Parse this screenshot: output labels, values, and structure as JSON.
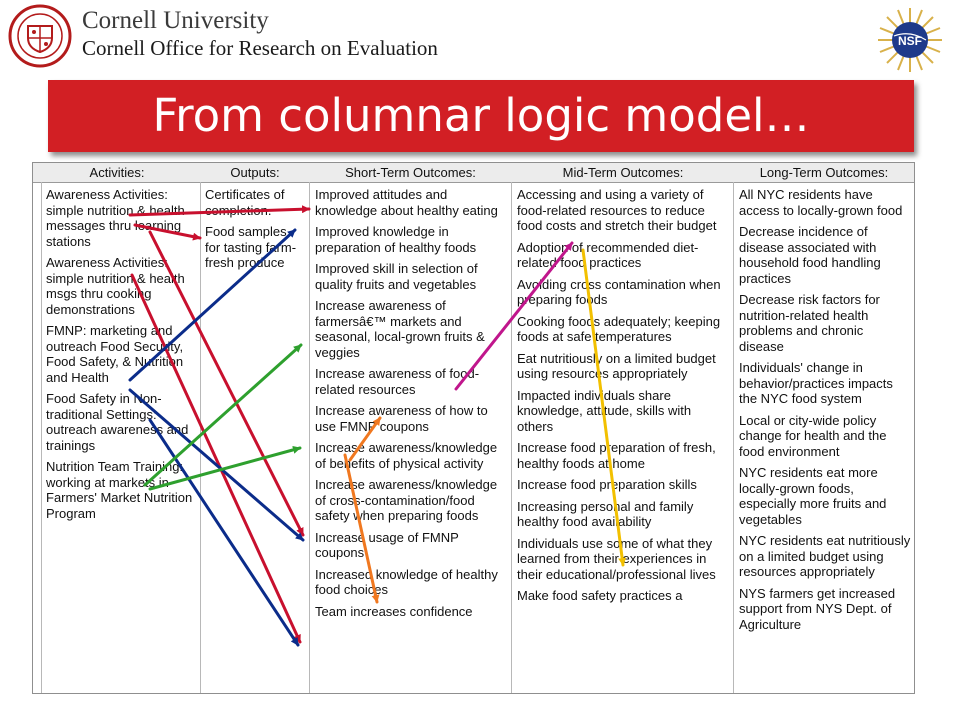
{
  "header": {
    "university": "Cornell University",
    "office": "Cornell Office for Research on Evaluation",
    "seal_icon": "cornell-seal-icon",
    "nsf_label": "NSF"
  },
  "title": "From columnar logic model…",
  "colors": {
    "title_bar": "#d21f24",
    "arrow_red": "#c8102e",
    "arrow_blue": "#0b2c8a",
    "arrow_green": "#2ea02e",
    "arrow_magenta": "#c0168c",
    "arrow_orange": "#f07820",
    "arrow_yellow": "#f2c000"
  },
  "table": {
    "headers": [
      "Activities:",
      "Outputs:",
      "Short-Term Outcomes:",
      "Mid-Term Outcomes:",
      "Long-Term Outcomes:"
    ],
    "activities": [
      "Awareness Activities: simple nutrition & health messages thru learning stations",
      "Awareness Activities: simple nutrition & health msgs thru cooking demonstrations",
      "FMNP: marketing and outreach Food Security, Food Safety, & Nutrition and Health",
      "Food Safety in Non-traditional Settings: outreach awareness and trainings",
      "Nutrition Team Training: working at markets in Farmers' Market Nutrition Program"
    ],
    "outputs": [
      "Certificates of completion.",
      "Food samples for tasting farm-fresh produce"
    ],
    "short_term": [
      "Improved attitudes and knowledge about healthy eating",
      "Improved knowledge in preparation of healthy foods",
      "Improved skill in selection of quality fruits and vegetables",
      "Increase awareness of farmersâ€™ markets and seasonal, local-grown fruits & veggies",
      "Increase awareness of food-related resources",
      "Increase awareness of how to use FMNP coupons",
      "Increase awareness/knowledge of benefits of physical activity",
      "Increase awareness/knowledge of cross-contamination/food safety when preparing foods",
      "Increase usage of FMNP coupons",
      "Increased knowledge of healthy food choices",
      "Team increases confidence"
    ],
    "mid_term": [
      "Accessing and using a variety of food-related resources to reduce food costs and stretch their budget",
      "Adoption of recommended diet-related food practices",
      "Avoiding cross contamination when preparing foods",
      "Cooking foods adequately; keeping foods at safe temperatures",
      "Eat nutritiously on a limited budget using resources appropriately",
      "Impacted individuals share knowledge, attitude, skills with others",
      "Increase food preparation of fresh, healthy foods at home",
      "Increase food preparation skills",
      "Increasing personal and family healthy food availability",
      "Individuals use some of what they learned from their experiences in their educational/professional lives",
      "Make food safety practices a"
    ],
    "long_term": [
      "All NYC residents have access to locally-grown food",
      "Decrease incidence of disease associated with household food handling practices",
      "Decrease risk factors for nutrition-related health problems and chronic disease",
      "Individuals' change in behavior/practices impacts the NYC food system",
      "Local or city-wide policy change for health and the food environment",
      "NYC residents eat more locally-grown foods, especially more fruits and vegetables",
      "NYC residents eat nutritiously on a limited budget using resources appropriately",
      "NYS farmers get increased support from NYS Dept. of Agriculture"
    ]
  }
}
